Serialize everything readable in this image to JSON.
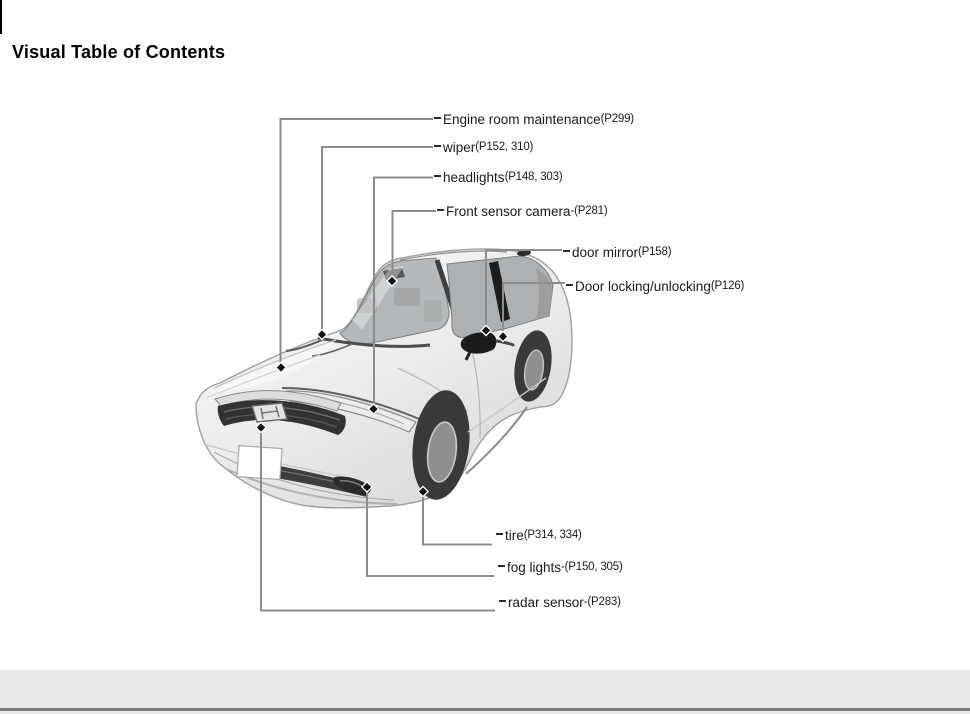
{
  "page": {
    "title": "Visual Table of Contents"
  },
  "callouts": [
    {
      "name": "Engine room maintenance",
      "pages": "(P299)"
    },
    {
      "name": "wiper",
      "pages": "(P152, 310)"
    },
    {
      "name": "headlights",
      "pages": "(P148, 303)"
    },
    {
      "name": "Front sensor camera",
      "pages": "-(P281)"
    },
    {
      "name": "door mirror",
      "pages": "(P158)"
    },
    {
      "name": "Door locking/unlocking",
      "pages": "(P126)"
    },
    {
      "name": "tire",
      "pages": "(P314, 334)"
    },
    {
      "name": "fog lights",
      "pages": "-(P150, 305)"
    },
    {
      "name": "radar sensor",
      "pages": "-(P283)"
    }
  ],
  "illustration": {
    "subject": "car-front-three-quarter-view"
  },
  "colors": {
    "leader_line": "#8c8c8c",
    "marker": "#101010",
    "text": "#1a1a1a",
    "footer_band": "#e9e8e8",
    "footer_rule": "#7a7a7a"
  }
}
